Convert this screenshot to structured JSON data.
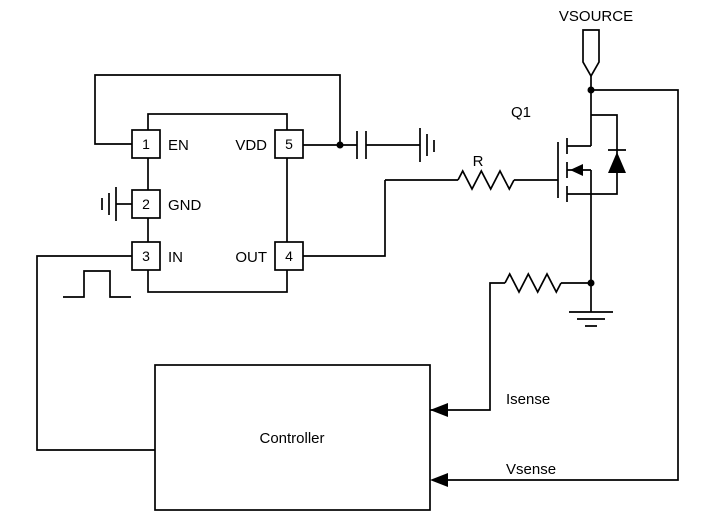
{
  "schematic": {
    "labels": {
      "vsource": "VSOURCE",
      "q1": "Q1",
      "r": "R",
      "isense": "Isense",
      "vsense": "Vsense",
      "controller": "Controller"
    },
    "ic": {
      "pins": [
        {
          "number": "1",
          "name": "EN"
        },
        {
          "number": "2",
          "name": "GND"
        },
        {
          "number": "3",
          "name": "IN"
        },
        {
          "number": "5",
          "name": "VDD"
        },
        {
          "number": "4",
          "name": "OUT"
        }
      ]
    }
  }
}
